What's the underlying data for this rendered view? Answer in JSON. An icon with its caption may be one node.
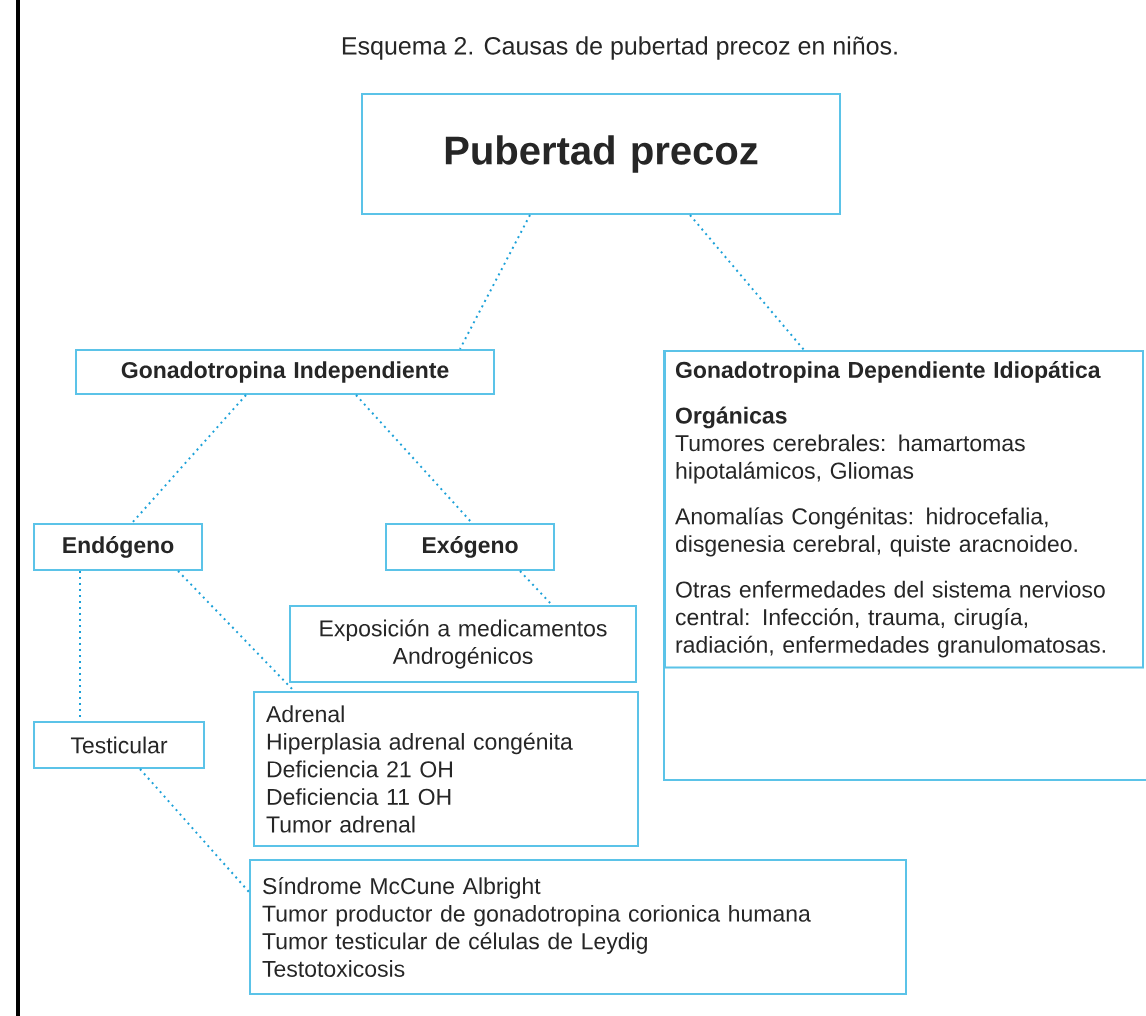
{
  "diagram": {
    "title": "Esquema 2. Causas de pubertad precoz en niños.",
    "nodes": [
      {
        "text": [
          "Pubertad  precoz"
        ]
      },
      {
        "text": [
          "Gonadotropina Independiente"
        ]
      },
      {
        "text": [
          "Gonadotropina Dependiente Idiopática",
          "Orgánicas",
          "Tumores cerebrales: hamartomas hipotalámicos, Gliomas",
          "Anomalías Congénitas: hidrocefalia, disgenesia cerebral, quiste aracnoideo.",
          "Otras enfermedades del sistema nervioso central: Infección, trauma, cirugía, radiación, enfermedades granulomatosas."
        ]
      },
      {
        "text": [
          "Endógeno"
        ]
      },
      {
        "text": [
          "Exógeno"
        ]
      },
      {
        "text": [
          "Exposición a medicamentos Androgénicos"
        ]
      },
      {
        "text": [
          "Adrenal",
          "Hiperplasia adrenal congénita",
          "Deficiencia 21 OH",
          "Deficiencia 11 OH",
          "Tumor adrenal"
        ]
      },
      {
        "text": [
          "Testicular"
        ]
      },
      {
        "text": [
          "Síndrome McCune Albright",
          "Tumor productor de gonadotropina corionica humana",
          "Tumor testicular de células de Leydig",
          "Testotoxicosis"
        ]
      }
    ],
    "edges": [
      {
        "from": 0,
        "to": 1,
        "arrow": "none"
      },
      {
        "from": 0,
        "to": 2,
        "arrow": "none"
      },
      {
        "from": 1,
        "to": 3,
        "arrow": "none"
      },
      {
        "from": 1,
        "to": 4,
        "arrow": "none"
      },
      {
        "from": 4,
        "to": 5,
        "arrow": "none"
      },
      {
        "from": 3,
        "to": 6,
        "arrow": "none"
      },
      {
        "from": 3,
        "to": 7,
        "arrow": "none"
      },
      {
        "from": 7,
        "to": 8,
        "arrow": "none"
      }
    ]
  }
}
